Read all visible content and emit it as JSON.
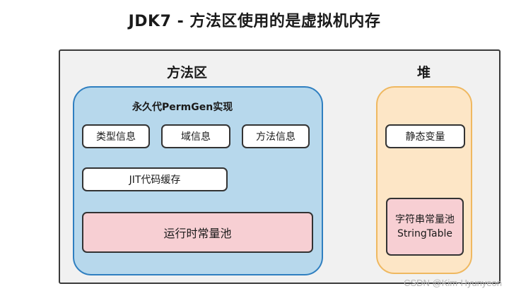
{
  "title": "JDK7 - 方法区使用的是虚拟机内存",
  "method_area": {
    "label": "方法区",
    "permgen_label": "永久代PermGen实现",
    "boxes": [
      "类型信息",
      "域信息",
      "方法信息"
    ],
    "jit_cache": "JIT代码缓存",
    "runtime_pool": "运行时常量池"
  },
  "heap": {
    "label": "堆",
    "static_vars": "静态变量",
    "string_table_line1": "字符串常量池",
    "string_table_line2": "StringTable"
  },
  "watermark": "CSDN @Kim-Hyunyeon"
}
